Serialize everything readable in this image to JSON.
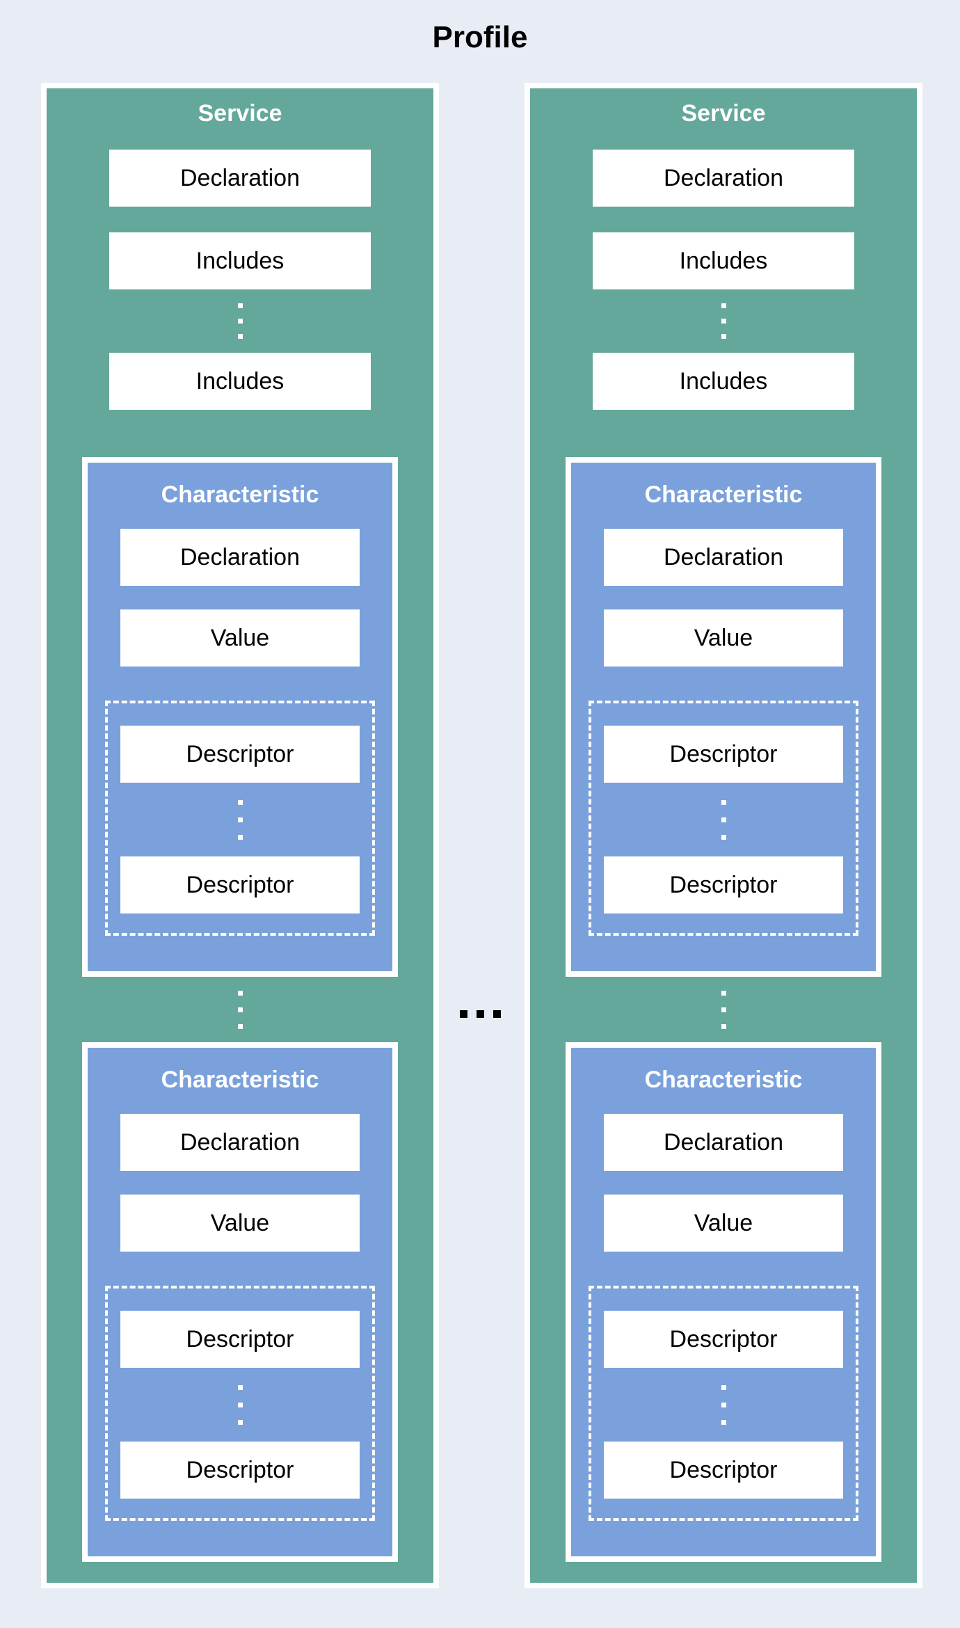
{
  "title": "Profile",
  "colors": {
    "background": "#e8edf5",
    "service_fill": "#63a89a",
    "characteristic_fill": "#7aa1db",
    "box_fill": "#ffffff",
    "border": "#ffffff",
    "box_text": "#000000",
    "header_text": "#ffffff"
  },
  "services": [
    {
      "label": "Service",
      "declaration": "Declaration",
      "includes_first": "Includes",
      "includes_last": "Includes",
      "characteristics": [
        {
          "label": "Characteristic",
          "declaration": "Declaration",
          "value": "Value",
          "descriptor_first": "Descriptor",
          "descriptor_last": "Descriptor"
        },
        {
          "label": "Characteristic",
          "declaration": "Declaration",
          "value": "Value",
          "descriptor_first": "Descriptor",
          "descriptor_last": "Descriptor"
        }
      ]
    },
    {
      "label": "Service",
      "declaration": "Declaration",
      "includes_first": "Includes",
      "includes_last": "Includes",
      "characteristics": [
        {
          "label": "Characteristic",
          "declaration": "Declaration",
          "value": "Value",
          "descriptor_first": "Descriptor",
          "descriptor_last": "Descriptor"
        },
        {
          "label": "Characteristic",
          "declaration": "Declaration",
          "value": "Value",
          "descriptor_first": "Descriptor",
          "descriptor_last": "Descriptor"
        }
      ]
    }
  ]
}
